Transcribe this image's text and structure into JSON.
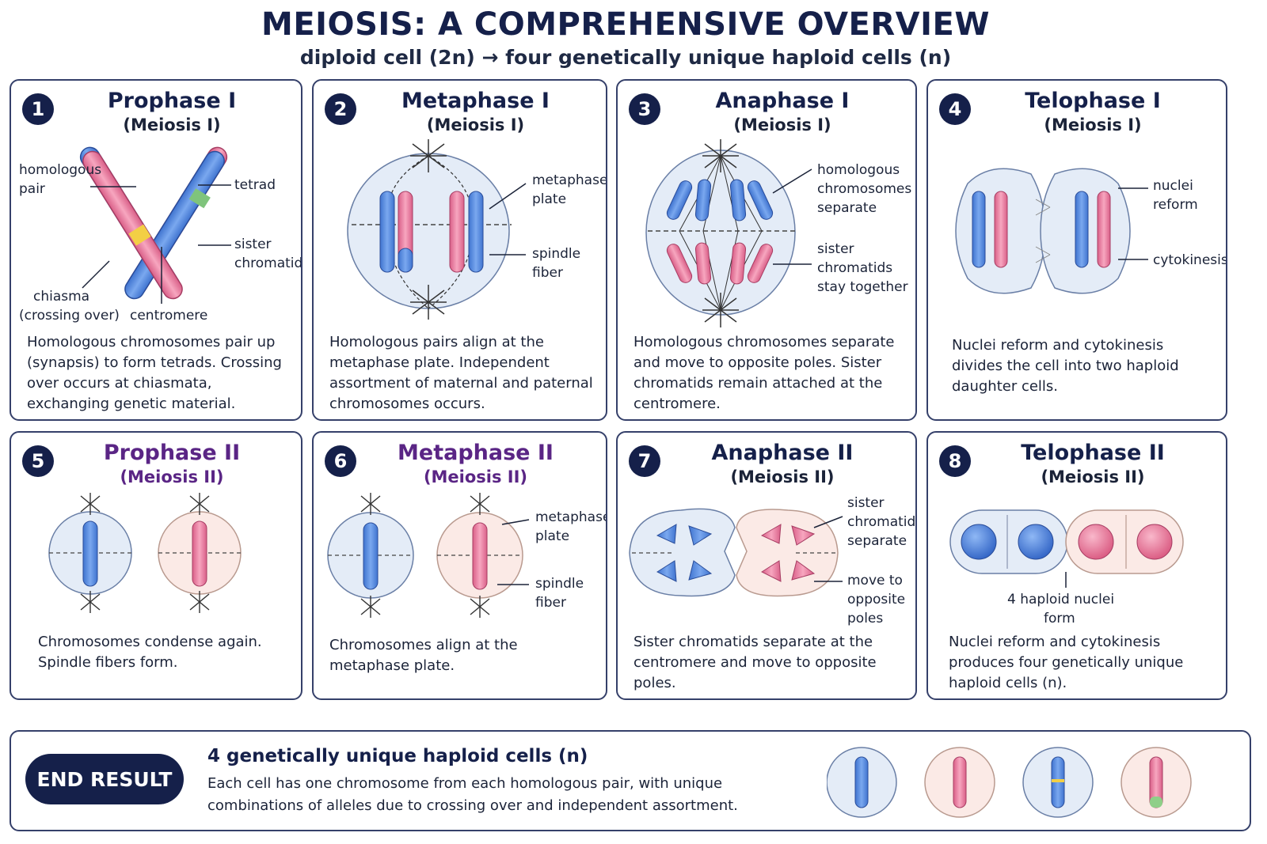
{
  "header": {
    "title": "MEIOSIS: A COMPREHENSIVE OVERVIEW",
    "subtitle": "diploid cell (2n) → four genetically unique haploid cells (n)"
  },
  "panels": [
    {
      "number": "1",
      "title": "Prophase I",
      "subtitle": "(Meiosis I)",
      "labels": {
        "homologous_pair_1": "homologous",
        "homologous_pair_2": "pair",
        "tetrad": "tetrad",
        "sister_1": "sister",
        "sister_2": "chromatid",
        "chiasma_1": "chiasma",
        "chiasma_2": "(crossing over)",
        "centromere": "centromere"
      },
      "description": "Homologous chromosomes pair up (synapsis) to form tetrads. Crossing over occurs at chiasmata, exchanging genetic material."
    },
    {
      "number": "2",
      "title": "Metaphase I",
      "subtitle": "(Meiosis I)",
      "labels": {
        "plate_1": "metaphase",
        "plate_2": "plate",
        "spindle_1": "spindle",
        "spindle_2": "fiber"
      },
      "description": "Homologous pairs align at the metaphase plate. Independent assortment of maternal and paternal chromosomes occurs."
    },
    {
      "number": "3",
      "title": "Anaphase I",
      "subtitle": "(Meiosis I)",
      "labels": {
        "homol_1": "homologous",
        "homol_2": "chromosomes",
        "homol_3": "separate",
        "sister_1": "sister",
        "sister_2": "chromatids",
        "sister_3": "stay together"
      },
      "description": "Homologous chromosomes separate and move to opposite poles. Sister chromatids remain attached at the centromere."
    },
    {
      "number": "4",
      "title": "Telophase I",
      "subtitle": "(Meiosis I)",
      "labels": {
        "nuclei_1": "nuclei",
        "nuclei_2": "reform",
        "cytokinesis": "cytokinesis"
      },
      "description": "Nuclei reform and cytokinesis divides the cell into two haploid daughter cells."
    },
    {
      "number": "5",
      "title": "Prophase II",
      "subtitle": "(Meiosis II)",
      "labels": {},
      "description": "Chromosomes condense again. Spindle fibers form."
    },
    {
      "number": "6",
      "title": "Metaphase II",
      "subtitle": "(Meiosis II)",
      "labels": {
        "plate_1": "metaphase",
        "plate_2": "plate",
        "spindle_1": "spindle",
        "spindle_2": "fiber"
      },
      "description": "Chromosomes align at the metaphase plate."
    },
    {
      "number": "7",
      "title": "Anaphase II",
      "subtitle": "(Meiosis II)",
      "labels": {
        "sister_1": "sister",
        "sister_2": "chromatids",
        "sister_3": "separate",
        "move_1": "move to",
        "move_2": "opposite",
        "move_3": "poles"
      },
      "description": "Sister chromatids separate at the centromere and move to opposite poles."
    },
    {
      "number": "8",
      "title": "Telophase II",
      "subtitle": "(Meiosis II)",
      "labels": {
        "nuclei_1": "4 haploid nuclei",
        "nuclei_2": "form"
      },
      "description": "Nuclei reform and cytokinesis produces four genetically unique haploid cells (n)."
    }
  ],
  "end_result": {
    "badge": "END RESULT",
    "title": "4 genetically unique haploid cells (n)",
    "text": "Each cell has one chromosome from each homologous pair, with unique combinations of alleles due to crossing over and independent assortment."
  },
  "colors": {
    "navy": "#15204a",
    "purple": "#5a2585",
    "blue_chromosome": "#5b8fe0",
    "pink_chromosome": "#ec7ea0",
    "cell_blue": "#e6eef8",
    "cell_pink": "#fbeae6"
  }
}
